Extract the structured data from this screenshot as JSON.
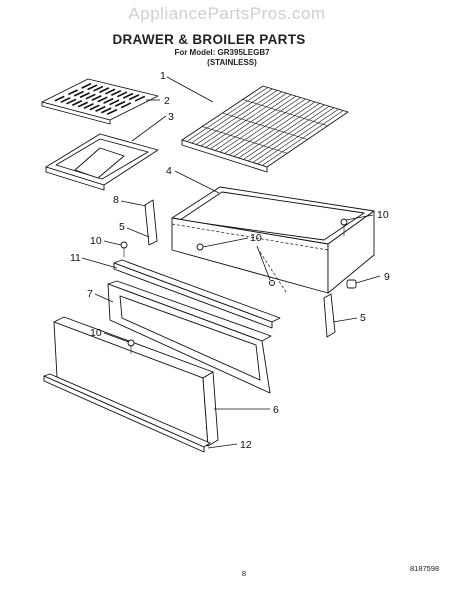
{
  "watermark": "AppliancePartsPros.com",
  "title": "DRAWER & BROILER PARTS",
  "subtitle_line1": "For Model: GR395LEGB7",
  "subtitle_line2": "(STAINLESS)",
  "callouts": {
    "c1": "1",
    "c2": "2",
    "c3": "3",
    "c4": "4",
    "c5a": "5",
    "c5b": "5",
    "c6": "6",
    "c7": "7",
    "c8": "8",
    "c9": "9",
    "c10a": "10",
    "c10b": "10",
    "c10c": "10",
    "c10d": "10",
    "c11": "11",
    "c12": "12"
  },
  "doc_number": "8187598",
  "page_number": "8"
}
